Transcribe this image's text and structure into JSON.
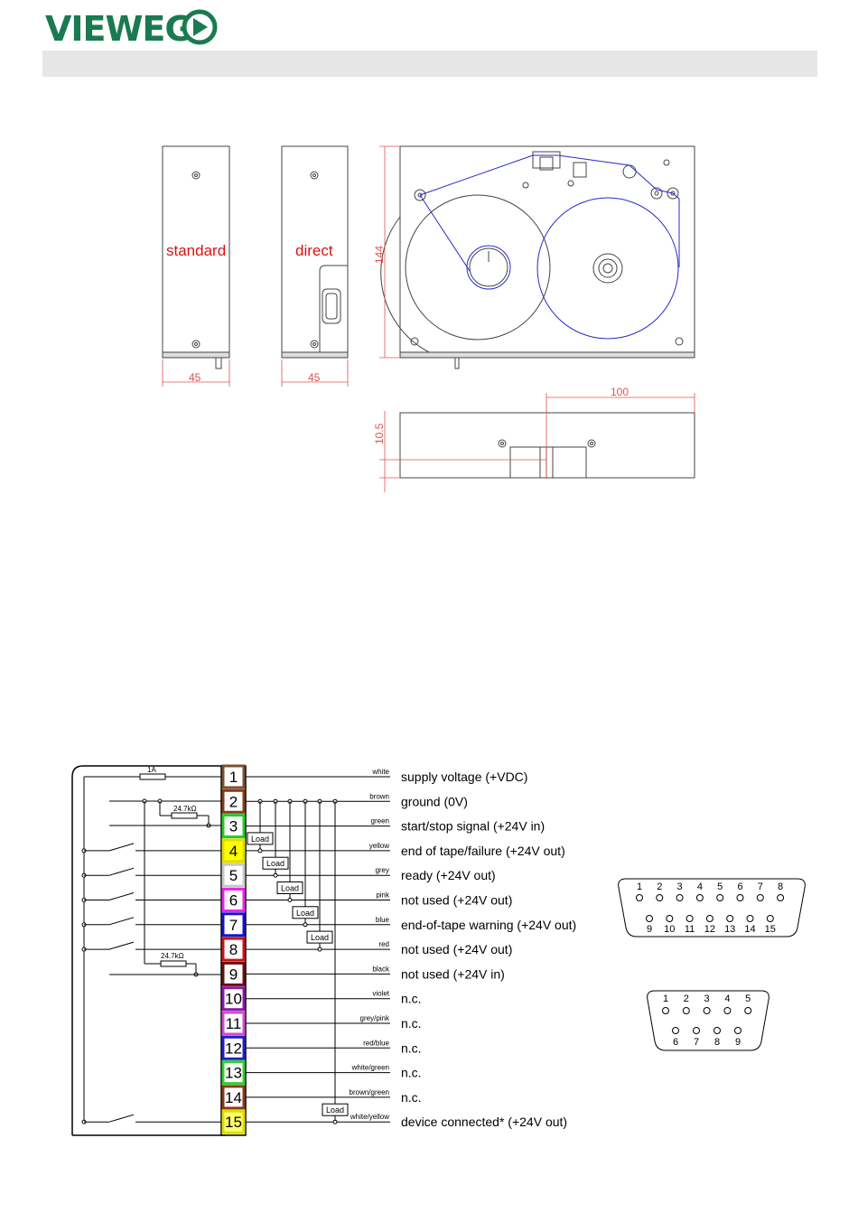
{
  "header": {
    "logo_text": "VIEWEG"
  },
  "drawing": {
    "label_standard": "standard",
    "label_direct": "direct",
    "dim_width_standard": "45",
    "dim_width_direct": "45",
    "dim_height": "144",
    "dim_length": "100",
    "dim_depth": "10.5"
  },
  "wiring": {
    "fuse_label": "1A",
    "resistor_top": "24.7kΩ",
    "resistor_bottom": "24.7kΩ",
    "load_label": "Load",
    "pins": [
      {
        "num": "1",
        "wire": "white",
        "desc": "supply voltage (+VDC)",
        "color": "#ffffff",
        "frame": "#7a5030"
      },
      {
        "num": "2",
        "wire": "brown",
        "desc": "ground (0V)",
        "color": "#ffffff",
        "frame": "#8a3a1a"
      },
      {
        "num": "3",
        "wire": "green",
        "desc": "start/stop signal (+24V in)",
        "color": "#ffffff",
        "frame": "#22cc22"
      },
      {
        "num": "4",
        "wire": "yellow",
        "desc": "end of tape/failure (+24V out)",
        "color": "#ffff00",
        "frame": "#dddd00"
      },
      {
        "num": "5",
        "wire": "grey",
        "desc": "ready (+24V out)",
        "color": "#ffffff",
        "frame": "#c8c8c8"
      },
      {
        "num": "6",
        "wire": "pink",
        "desc": "not used (+24V out)",
        "color": "#ffffff",
        "frame": "#ee22ee"
      },
      {
        "num": "7",
        "wire": "blue",
        "desc": "end-of-tape warning (+24V out)",
        "color": "#ffffff",
        "frame": "#1414cc"
      },
      {
        "num": "8",
        "wire": "red",
        "desc": "not used (+24V out)",
        "color": "#ffffff",
        "frame": "#cc1414"
      },
      {
        "num": "9",
        "wire": "black",
        "desc": "not used (+24V in)",
        "color": "#ffffff",
        "frame": "#6a1010"
      },
      {
        "num": "10",
        "wire": "violet",
        "desc": "n.c.",
        "color": "#ffffff",
        "frame": "#8a1aa8"
      },
      {
        "num": "11",
        "wire": "grey/pink",
        "desc": "n.c.",
        "color": "#ffffff",
        "frame": "#d04cd0"
      },
      {
        "num": "12",
        "wire": "red/blue",
        "desc": "n.c.",
        "color": "#ffffff",
        "frame": "#2020c8"
      },
      {
        "num": "13",
        "wire": "white/green",
        "desc": "n.c.",
        "color": "#ffffff",
        "frame": "#30d030"
      },
      {
        "num": "14",
        "wire": "brown/green",
        "desc": "n.c.",
        "color": "#ffffff",
        "frame": "#8a3a1a"
      },
      {
        "num": "15",
        "wire": "white/yellow",
        "desc": "device connected* (+24V out)",
        "color": "#ffff70",
        "frame": "#dddd00"
      }
    ]
  },
  "connectors": {
    "db15_top": [
      "1",
      "2",
      "3",
      "4",
      "5",
      "6",
      "7",
      "8"
    ],
    "db15_bottom": [
      "9",
      "10",
      "11",
      "12",
      "13",
      "14",
      "15"
    ],
    "db9_top": [
      "1",
      "2",
      "3",
      "4",
      "5"
    ],
    "db9_bottom": [
      "6",
      "7",
      "8",
      "9"
    ]
  }
}
